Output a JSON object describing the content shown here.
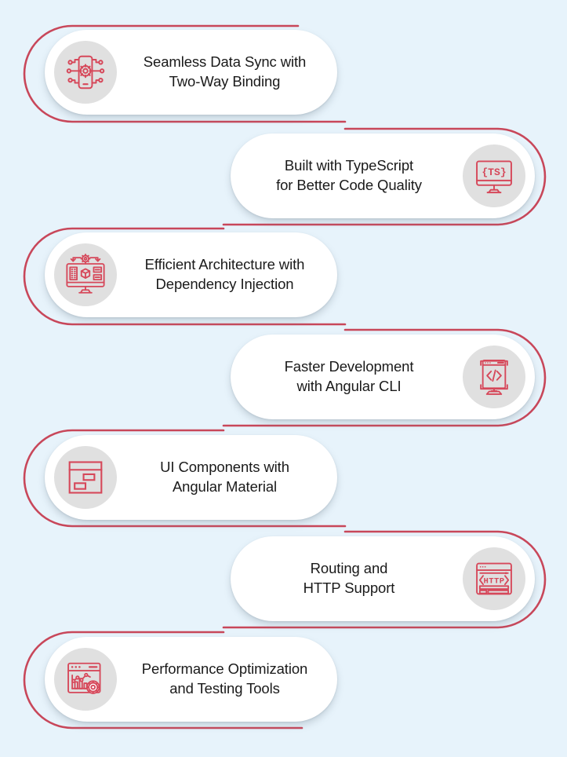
{
  "meta": {
    "background_color": "#e7f3fb",
    "accent_color": "#d6485a",
    "card_color": "#ffffff",
    "icon_circle_color": "#e0e0e0",
    "text_color": "#1a1a1a"
  },
  "items": [
    {
      "id": 1,
      "side": "left",
      "text": "Seamless Data Sync with\nTwo-Way Binding",
      "icon": "mobile-chip-gear-icon"
    },
    {
      "id": 2,
      "side": "right",
      "text": "Built with TypeScript\nfor Better Code Quality",
      "icon": "monitor-typescript-icon",
      "icon_label": "{TS}"
    },
    {
      "id": 3,
      "side": "left",
      "text": "Efficient Architecture with\nDependency Injection",
      "icon": "monitor-cube-architecture-icon"
    },
    {
      "id": 4,
      "side": "right",
      "text": "Faster Development\nwith Angular CLI",
      "icon": "monitor-code-brackets-icon"
    },
    {
      "id": 5,
      "side": "left",
      "text": "UI Components with\nAngular Material",
      "icon": "ui-layout-blocks-icon"
    },
    {
      "id": 6,
      "side": "right",
      "text": "Routing and\nHTTP Support",
      "icon": "browser-http-icon",
      "icon_label": "HTTP"
    },
    {
      "id": 7,
      "side": "left",
      "text": "Performance Optimization\nand Testing Tools",
      "icon": "browser-analytics-gear-icon"
    }
  ]
}
